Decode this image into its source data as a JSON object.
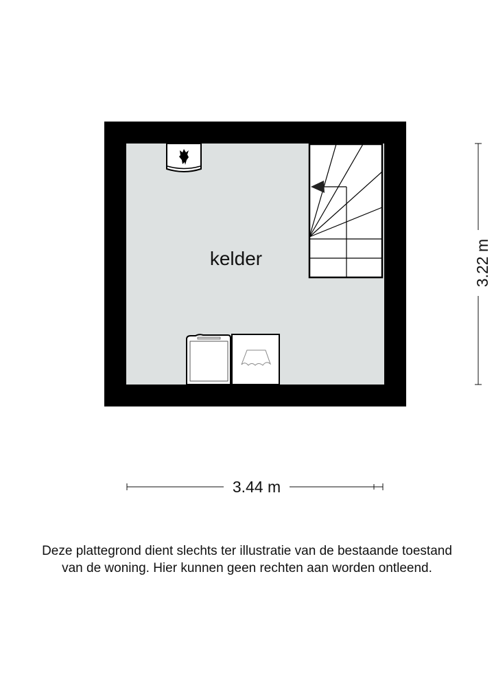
{
  "floorplan": {
    "room": {
      "label": "kelder"
    },
    "dimensions": {
      "width": "3.44 m",
      "height": "3.22 m"
    },
    "fixtures": [
      {
        "type": "boiler-heater",
        "icon": "flame-icon"
      },
      {
        "type": "washing-machine"
      },
      {
        "type": "dryer"
      },
      {
        "type": "staircase",
        "direction": "up-left-arrow"
      }
    ],
    "colors": {
      "wall": "#000000",
      "floor": "#dde1e1",
      "fixture": "#ffffff",
      "line": "#111111"
    }
  },
  "disclaimer": {
    "line1": "Deze plattegrond dient slechts ter illustratie van de bestaande toestand",
    "line2": "van de woning. Hier kunnen geen rechten aan worden ontleend."
  }
}
